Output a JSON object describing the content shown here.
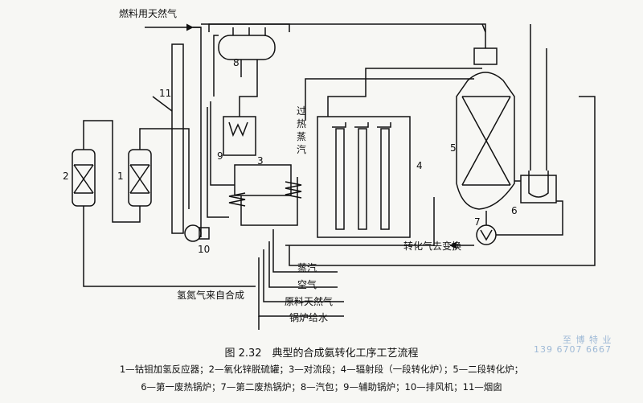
{
  "labels": {
    "fuel_gas": "燃料用天然气",
    "superheated_steam": "过热蒸汽",
    "to_shift": "转化气去变换",
    "steam": "蒸汽",
    "air": "空气",
    "feed_gas": "原料天然气",
    "boiler_water": "锅炉给水",
    "h2n2": "氢氮气来自合成"
  },
  "numbers": {
    "n1": "1",
    "n2": "2",
    "n3": "3",
    "n4": "4",
    "n5": "5",
    "n6": "6",
    "n7": "7",
    "n8": "8",
    "n9": "9",
    "n10": "10",
    "n11": "11"
  },
  "caption": "图 2.32　典型的合成氨转化工序工艺流程",
  "legend": {
    "line1": "1—钴钼加氢反应器；2—氧化锌脱硫罐；3—对流段；4—辐射段（一段转化炉）；5—二段转化炉；",
    "line2": "6—第一废热锅炉；7—第二废热锅炉；8—汽包；9—辅助锅炉；10—排风机；11—烟囱"
  },
  "watermark": {
    "line1": "至 博 特 业",
    "line2": "139 6707 6667"
  }
}
